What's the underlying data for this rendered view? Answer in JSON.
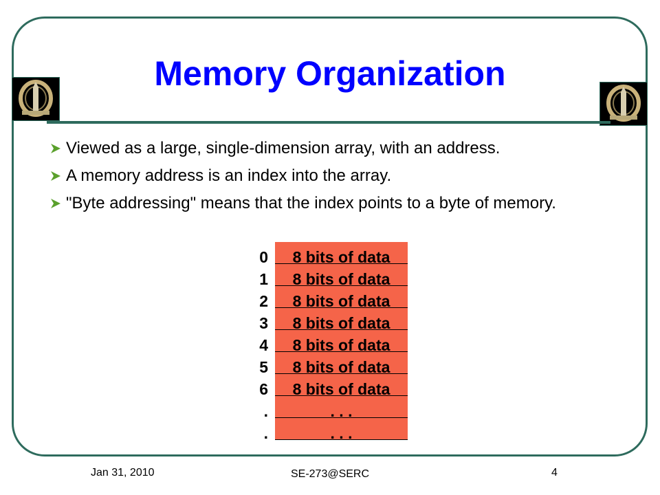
{
  "slide": {
    "title": "Memory Organization",
    "bullets": [
      "Viewed as a large, single-dimension array, with an address.",
      "A memory address is an index into the array.",
      "\"Byte addressing\" means that the index points to a byte of memory."
    ],
    "memory_rows": [
      {
        "address": "0",
        "content": "8 bits of data"
      },
      {
        "address": "1",
        "content": "8 bits of data"
      },
      {
        "address": "2",
        "content": "8 bits of data"
      },
      {
        "address": "3",
        "content": "8 bits of data"
      },
      {
        "address": "4",
        "content": "8 bits of data"
      },
      {
        "address": "5",
        "content": "8 bits of data"
      },
      {
        "address": "6",
        "content": "8 bits of data"
      },
      {
        "address": ".",
        "content": ". . ."
      },
      {
        "address": ".",
        "content": ". . ."
      }
    ],
    "colors": {
      "title": "#0000ff",
      "frame": "#2e6b5d",
      "cell": "#f56449",
      "bullet": "#5aa02c"
    },
    "icons": {
      "bullet": "arrowhead-bullet-icon",
      "logo": "emblem-logo"
    }
  },
  "footer": {
    "date": "Jan 31, 2010",
    "center": "SE-273@SERC",
    "page": "4"
  }
}
